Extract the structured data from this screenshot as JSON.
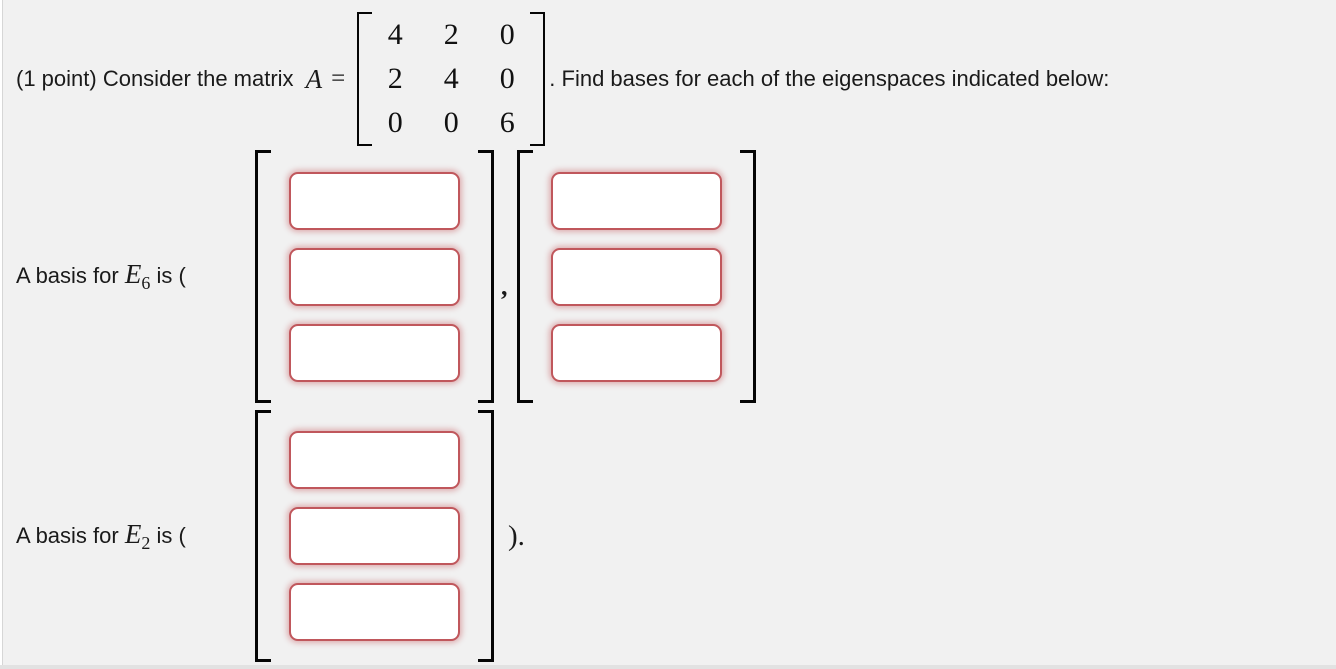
{
  "problem": {
    "intro": "(1 point) Consider the matrix ",
    "matrix_symbol": "A",
    "equals_sign": "=",
    "matrix": [
      [
        "4",
        "2",
        "0"
      ],
      [
        "2",
        "4",
        "0"
      ],
      [
        "0",
        "0",
        "6"
      ]
    ],
    "instruction": ". Find bases for each of the eigenspaces indicated below:"
  },
  "e6_section": {
    "label_prefix": "A basis for ",
    "eigenspace_symbol": "E",
    "eigenspace_subscript": "6",
    "label_suffix": " is (",
    "vector_separator": ",",
    "vector_count": 2,
    "entries_per_vector": 3,
    "input_values": [
      "",
      "",
      "",
      "",
      "",
      ""
    ]
  },
  "e2_section": {
    "label_prefix": "A basis for ",
    "eigenspace_symbol": "E",
    "eigenspace_subscript": "2",
    "label_suffix": " is (",
    "closing_text": ").",
    "vector_count": 1,
    "entries_per_vector": 3,
    "input_values": [
      "",
      "",
      ""
    ]
  },
  "colors": {
    "page_background": "#f1f1f1",
    "answer_box_border": "#c0575c",
    "answer_box_glow": "rgba(197,90,95,0.45)",
    "bracket": "#060606",
    "text": "#1a1a1a"
  }
}
